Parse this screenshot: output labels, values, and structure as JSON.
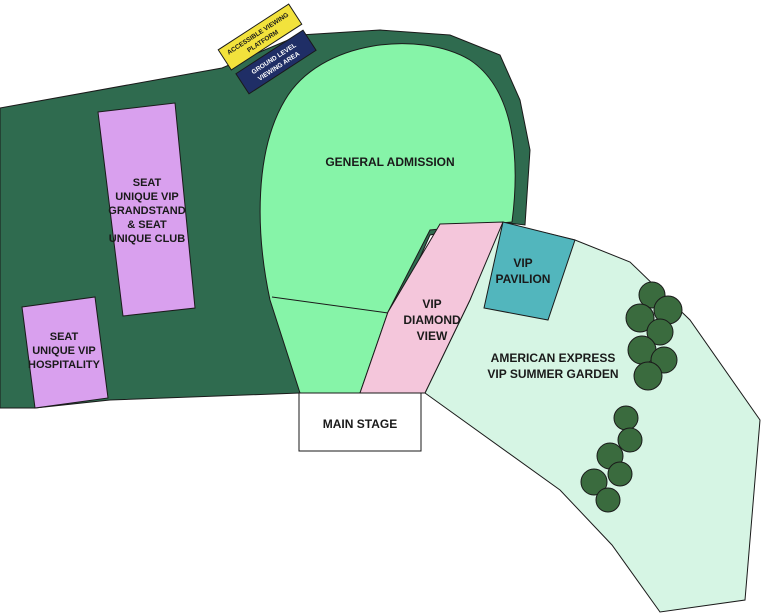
{
  "map": {
    "zones": {
      "general_admission": "GENERAL ADMISSION",
      "seat_unique_vip_grandstand": [
        "SEAT",
        "UNIQUE VIP",
        "GRANDSTAND",
        "& SEAT",
        "UNIQUE CLUB"
      ],
      "seat_unique_vip_hospitality": [
        "SEAT",
        "UNIQUE VIP",
        "HOSPITALITY"
      ],
      "vip_diamond_view": [
        "VIP",
        "DIAMOND",
        "VIEW"
      ],
      "vip_pavilion": [
        "VIP",
        "PAVILION"
      ],
      "amex_vip_summer_garden": [
        "AMERICAN EXPRESS",
        "VIP SUMMER GARDEN"
      ],
      "main_stage": "MAIN STAGE"
    },
    "badges": {
      "accessible_platform": [
        "ACCESSIBLE VIEWING",
        "PLATFORM"
      ],
      "ground_level_area": [
        "GROUND LEVEL",
        "VIEWING AREA"
      ]
    },
    "colors": {
      "grounds": "#2f6b4f",
      "general_admission": "#86f4a8",
      "grandstand": "#d9a0ee",
      "diamond_view": "#f4c6db",
      "pavilion": "#52b6bd",
      "summer_garden": "#d6f5e4",
      "main_stage": "#ffffff",
      "accessible_badge": "#f2e23c",
      "ground_badge": "#1f2e66",
      "trees": "#3a6b3e"
    }
  }
}
